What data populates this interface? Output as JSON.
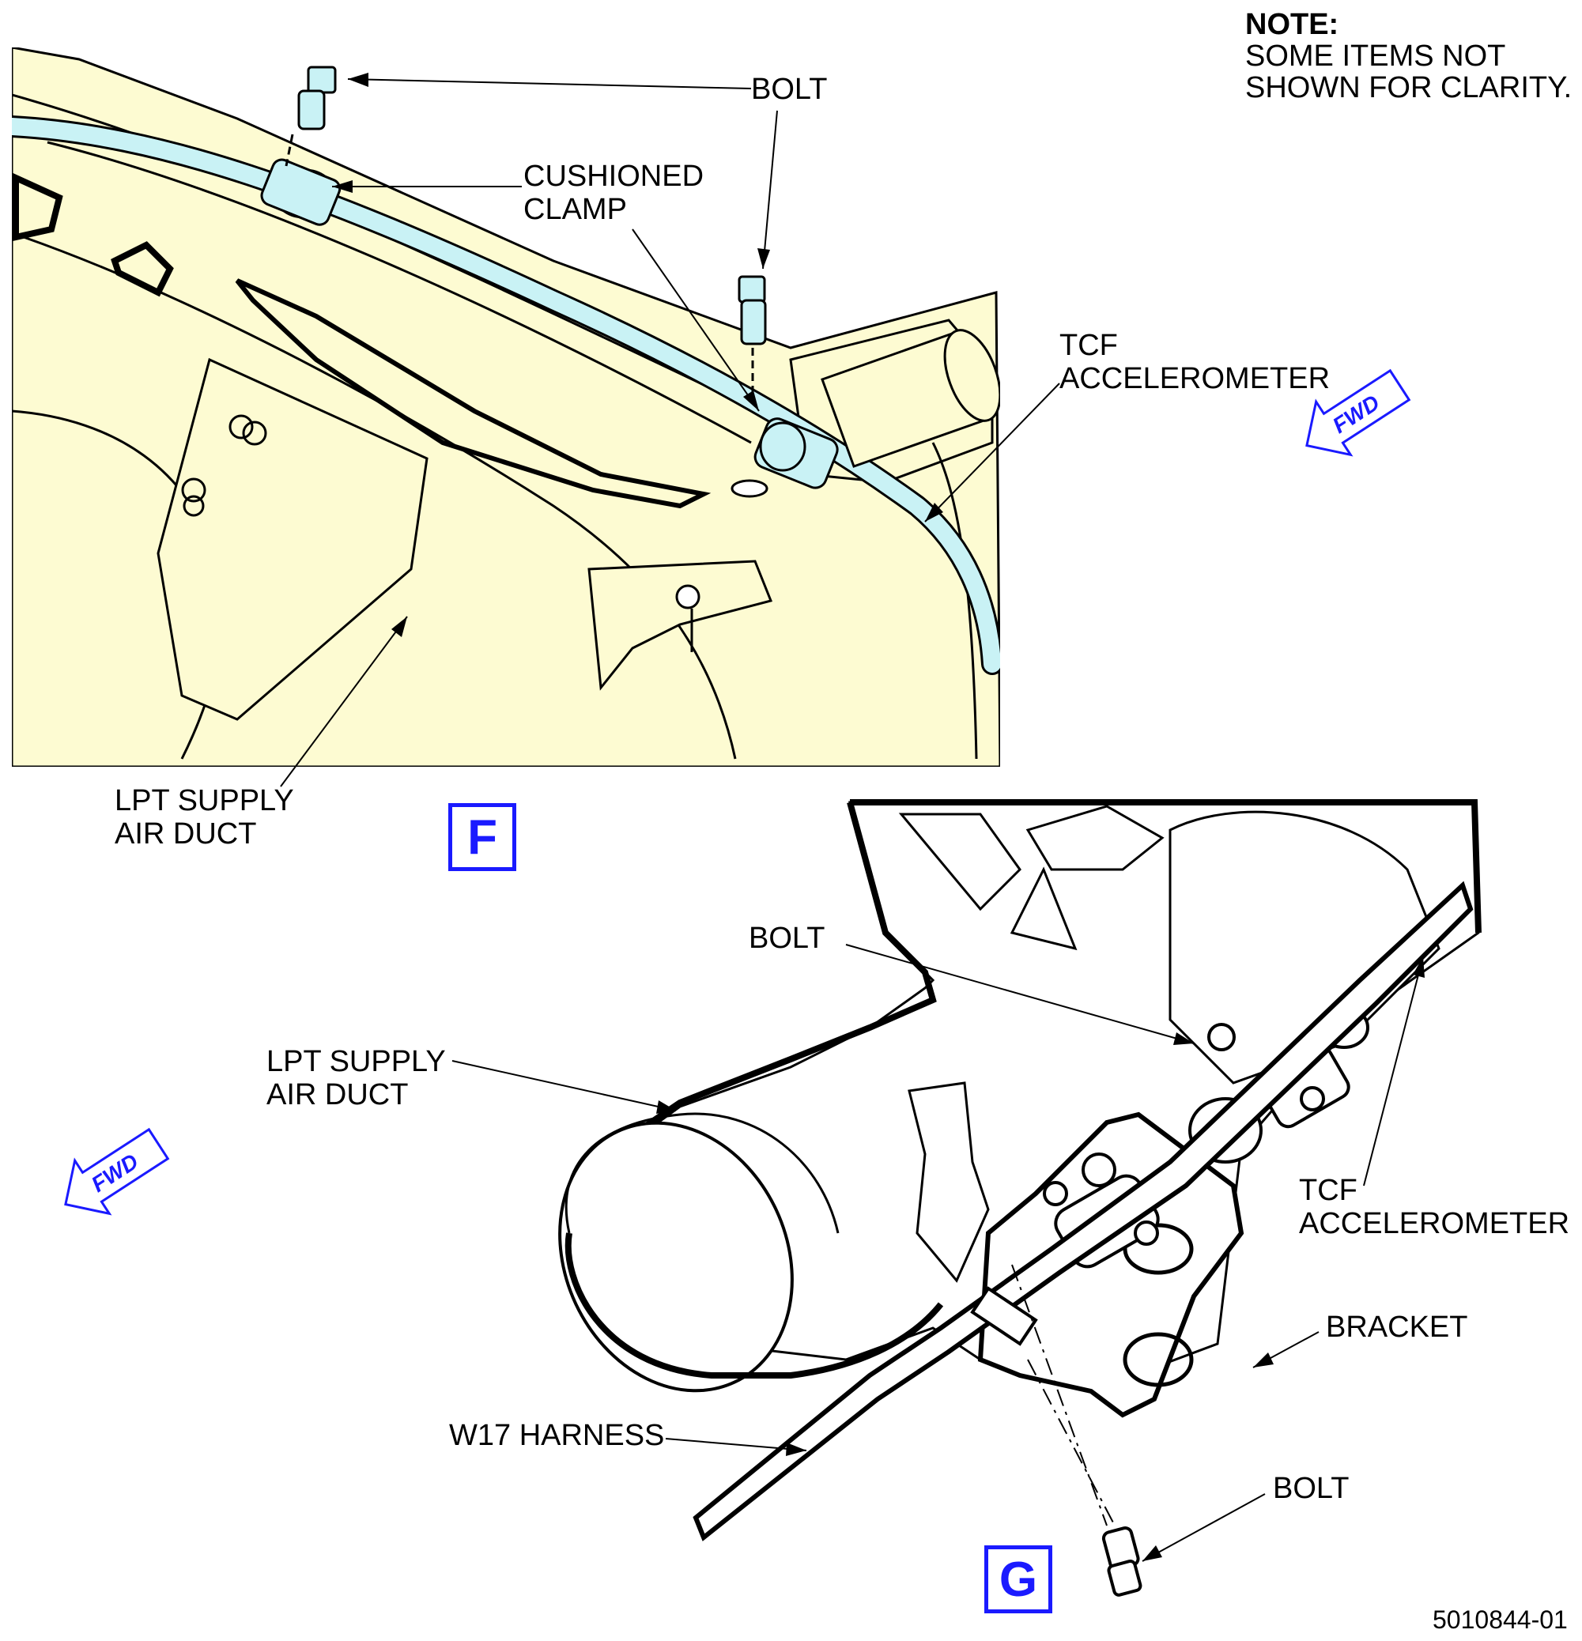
{
  "note": {
    "title": "NOTE:",
    "line1": "SOME ITEMS NOT",
    "line2": "SHOWN FOR CLARITY."
  },
  "view_f": {
    "label": "F",
    "callouts": {
      "bolt": "BOLT",
      "cushioned_clamp_1": "CUSHIONED",
      "cushioned_clamp_2": "CLAMP",
      "tcf_1": "TCF",
      "tcf_2": "ACCELEROMETER",
      "lpt_1": "LPT SUPPLY",
      "lpt_2": "AIR DUCT"
    }
  },
  "view_g": {
    "label": "G",
    "callouts": {
      "bolt_top": "BOLT",
      "lpt_1": "LPT SUPPLY",
      "lpt_2": "AIR DUCT",
      "tcf_1": "TCF",
      "tcf_2": "ACCELEROMETER",
      "bracket": "BRACKET",
      "harness": "W17 HARNESS",
      "bolt_bottom": "BOLT"
    }
  },
  "fwd_label": "FWD",
  "figure_id": "5010844-01",
  "colors": {
    "duct_fill": "#fdfbd2",
    "tube_fill": "#c9f2f5",
    "accent_blue": "#1a1aff",
    "line": "#000000"
  }
}
